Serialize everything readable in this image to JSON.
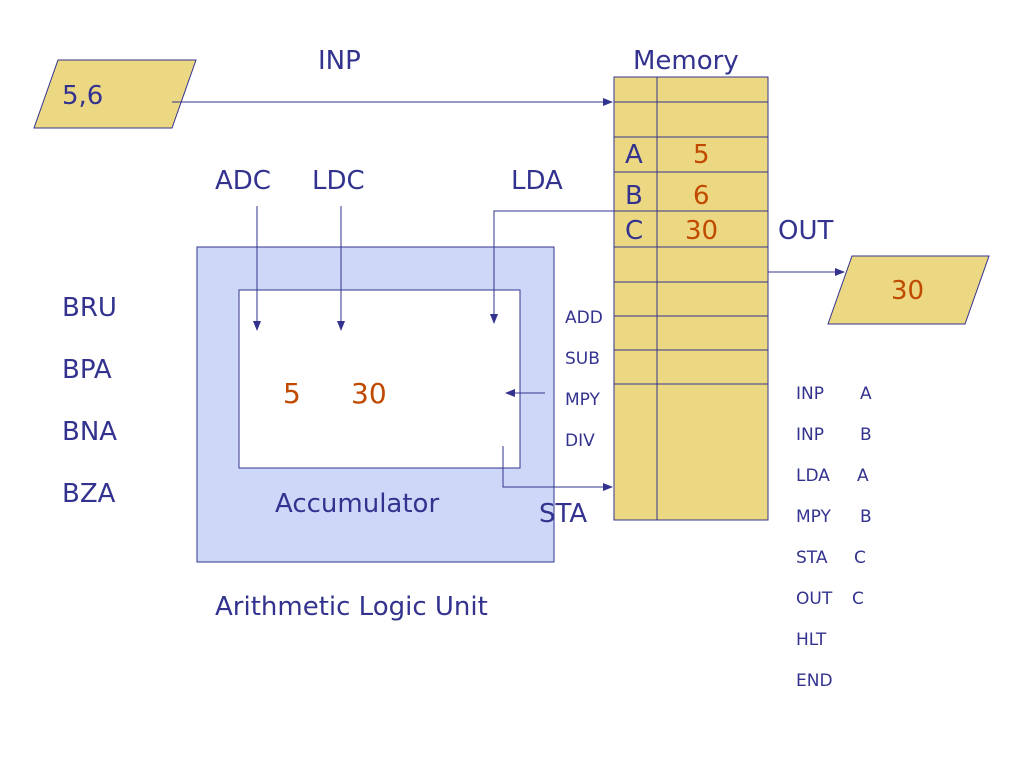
{
  "input_device": {
    "value": "5,6"
  },
  "output_device": {
    "value": "30"
  },
  "labels": {
    "inp": "INP",
    "memory": "Memory",
    "out": "OUT",
    "adc": "ADC",
    "ldc": "LDC",
    "lda": "LDA",
    "sta": "STA",
    "accumulator": "Accumulator",
    "alu": "Arithmetic Logic Unit"
  },
  "branch_ops": [
    "BRU",
    "BPA",
    "BNA",
    "BZA"
  ],
  "alu_ops": [
    "ADD",
    "SUB",
    "MPY",
    "DIV"
  ],
  "accumulator_values": [
    "5",
    "30"
  ],
  "memory": [
    {
      "name": "A",
      "value": "5"
    },
    {
      "name": "B",
      "value": "6"
    },
    {
      "name": "C",
      "value": "30"
    }
  ],
  "program": [
    {
      "op": "INP",
      "arg": "A"
    },
    {
      "op": "INP",
      "arg": "B"
    },
    {
      "op": "LDA",
      "arg": "A"
    },
    {
      "op": "MPY",
      "arg": "B"
    },
    {
      "op": "STA",
      "arg": "C"
    },
    {
      "op": "OUT",
      "arg": "C"
    },
    {
      "op": "HLT",
      "arg": ""
    },
    {
      "op": "END",
      "arg": ""
    }
  ],
  "colors": {
    "text": "#33338f",
    "value": "#c04a00",
    "device_fill": "#ecd783",
    "alu_fill": "#cdd7f8",
    "memory_fill": "#ecd783"
  }
}
